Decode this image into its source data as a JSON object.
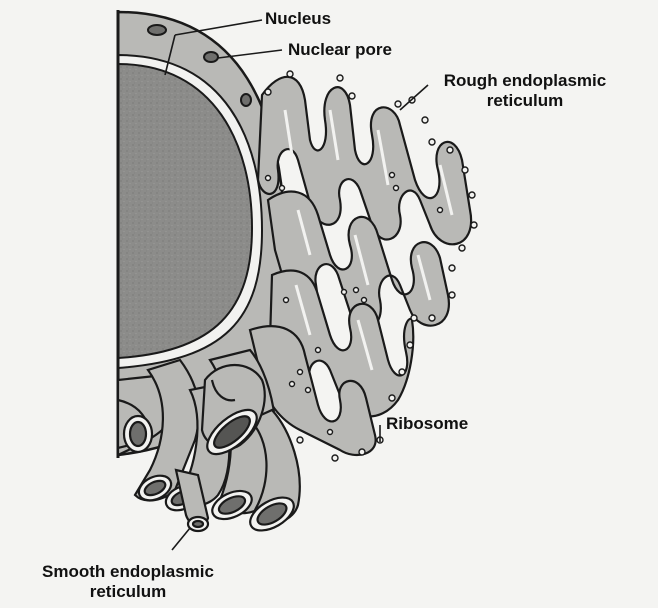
{
  "labels": {
    "nucleus": "Nucleus",
    "nuclear_pore": "Nuclear pore",
    "rough_er_line1": "Rough endoplasmic",
    "rough_er_line2": "reticulum",
    "ribosome": "Ribosome",
    "smooth_er_line1": "Smooth endoplasmic",
    "smooth_er_line2": "reticulum"
  },
  "colors": {
    "background": "#f4f4f2",
    "nucleus_fill": "#8a8a88",
    "membrane_fill": "#b9b9b6",
    "lumen_fill": "#6f6f6d",
    "outline": "#1a1a1a",
    "highlight": "#f2f2f0"
  }
}
